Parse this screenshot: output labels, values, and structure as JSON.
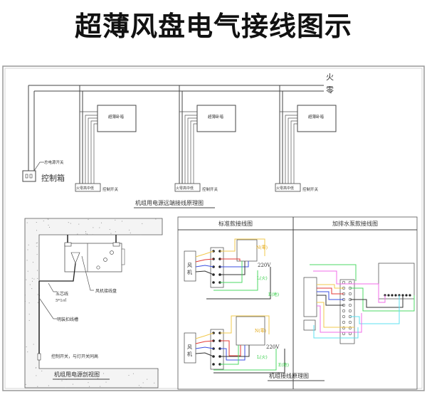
{
  "title": "超薄风盘电气接线图示",
  "top_diagram": {
    "live_label": "火",
    "neutral_label": "零",
    "unit_label": "超薄卧暗",
    "switch_terminals": "火零高中低",
    "switch_label": "控制开关",
    "main_switch_label": "总电源开关",
    "control_box_label": "控制箱",
    "caption": "机组用电源远端接线原理图"
  },
  "section_view": {
    "cable_label": "五芯线",
    "cable_spec": "5*1㎡",
    "junction_label": "风机接线盘",
    "trunking_label": "明装扣线槽",
    "switch_note": "控制开关，与灯开关同高",
    "caption": "机组用电源剖视图"
  },
  "wiring": {
    "standard_header": "标准款接线图",
    "pump_header": "加排水泵款接线图",
    "fan_label_1": "风",
    "fan_label_2": "机",
    "n_label": "N(零)",
    "l_label": "L(火)",
    "e_label": "E(地)",
    "voltage": "220V",
    "caption": "机组接线原理图"
  },
  "colors": {
    "yellow": "#f2c94c",
    "red": "#e53935",
    "blue": "#3b4fe0",
    "green": "#4cd964",
    "pink": "#f06ce8",
    "cyan": "#5de0f0",
    "black": "#333333"
  }
}
